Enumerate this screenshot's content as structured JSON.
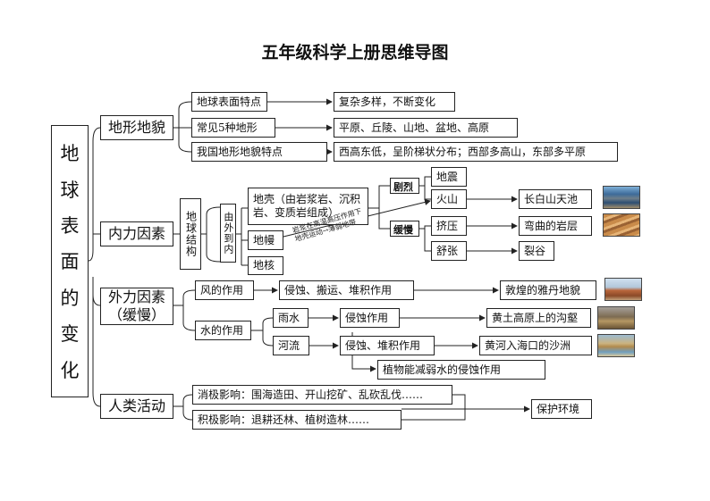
{
  "title": "五年级科学上册思维导图",
  "root": [
    "地",
    "球",
    "表",
    "面",
    "的",
    "变",
    "化"
  ],
  "landform": {
    "label": "地形地貌",
    "items": [
      {
        "label": "地球表面特点",
        "result": "复杂多样，不断变化"
      },
      {
        "label": "常见5种地形",
        "result": "平原、丘陵、山地、盆地、高原"
      },
      {
        "label": "我国地形地貌特点",
        "result": "西高东低，呈阶梯状分布；西部多高山，东部多平原"
      }
    ]
  },
  "internal": {
    "label": "内力因素",
    "structure_label": "地球结构",
    "direction_label": "由外到内",
    "layers": {
      "crust": "地壳（由岩浆岩、沉积岩、变质岩组成）",
      "mantle": "地幔",
      "core": "地核"
    },
    "note_line1": "岩浆在高温高压作用下",
    "note_line2": "地壳运动→薄弱地带",
    "fast_tag": "剧烈",
    "slow_tag": "缓慢",
    "earthquake": "地震",
    "volcano": "火山",
    "volcano_example": "长白山天池",
    "squeeze": "挤压",
    "squeeze_result": "弯曲的岩层",
    "stretch": "舒张",
    "stretch_result": "裂谷"
  },
  "external": {
    "label_line1": "外力因素",
    "label_line2": "（缓慢）",
    "wind": "风的作用",
    "wind_effect": "侵蚀、搬运、堆积作用",
    "wind_result": "敦煌的雅丹地貌",
    "water": "水的作用",
    "rain": "雨水",
    "rain_effect": "侵蚀作用",
    "rain_result": "黄土高原上的沟壑",
    "river": "河流",
    "river_effect": "侵蚀、堆积作用",
    "river_result": "黄河入海口的沙洲",
    "plant": "植物能减弱水的侵蚀作用"
  },
  "human": {
    "label": "人类活动",
    "negative": "消极影响：围海造田、开山挖矿、乱砍乱伐……",
    "positive": "积极影响：退耕还林、植树造林……",
    "result": "保护环境"
  },
  "photos": [
    "changbai-tianchi-photo",
    "curved-rock-photo",
    "yardang-photo",
    "loess-gully-photo",
    "yellow-river-delta-photo"
  ]
}
